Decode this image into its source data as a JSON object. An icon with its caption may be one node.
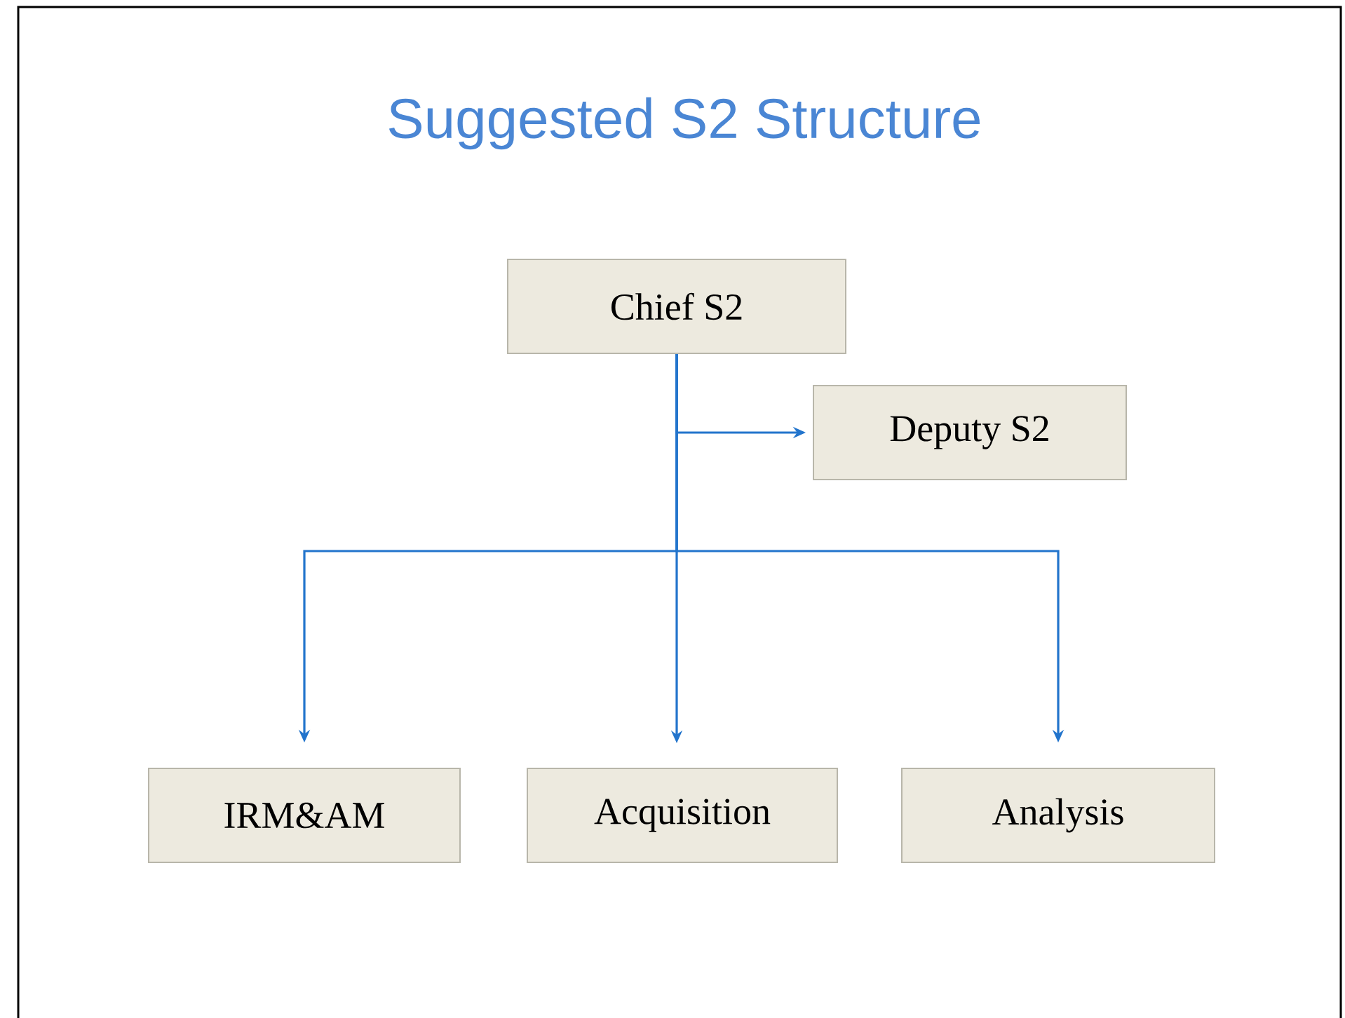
{
  "diagram": {
    "title": "Suggested S2 Structure",
    "nodes": [
      {
        "text": [
          "Chief S2"
        ]
      },
      {
        "text": [
          "Deputy S2"
        ]
      },
      {
        "text": [
          "IRM&AM"
        ]
      },
      {
        "text": [
          "Acquisition"
        ]
      },
      {
        "text": [
          "Analysis"
        ]
      }
    ],
    "edges": [
      {
        "from": 0,
        "to": 1,
        "arrow": "to"
      },
      {
        "from": 0,
        "to": 2,
        "arrow": "to"
      },
      {
        "from": 0,
        "to": 3,
        "arrow": "to"
      },
      {
        "from": 0,
        "to": 4,
        "arrow": "to"
      }
    ]
  }
}
